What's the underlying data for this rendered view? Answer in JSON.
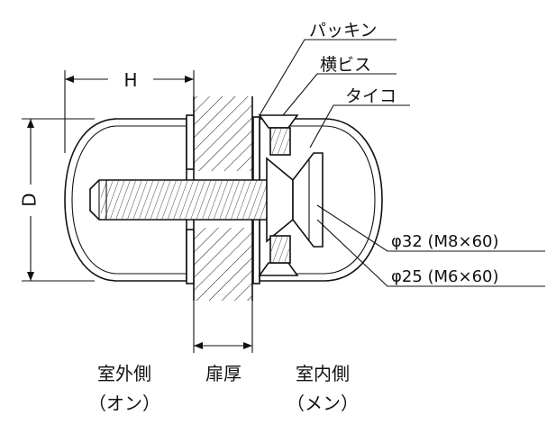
{
  "labels": {
    "packing": "パッキン",
    "side_screw": "横ビス",
    "taiko": "タイコ",
    "dimension_h": "H",
    "dimension_d": "D",
    "spec_m8": "φ32 (M8×60)",
    "spec_m6": "φ25 (M6×60)",
    "outside": "室外側",
    "outside_sub": "（オン）",
    "door_thickness": "扉厚",
    "inside": "室内側",
    "inside_sub": "（メン）"
  },
  "colors": {
    "line": "#111111",
    "hatch": "#222222",
    "background": "#ffffff"
  }
}
